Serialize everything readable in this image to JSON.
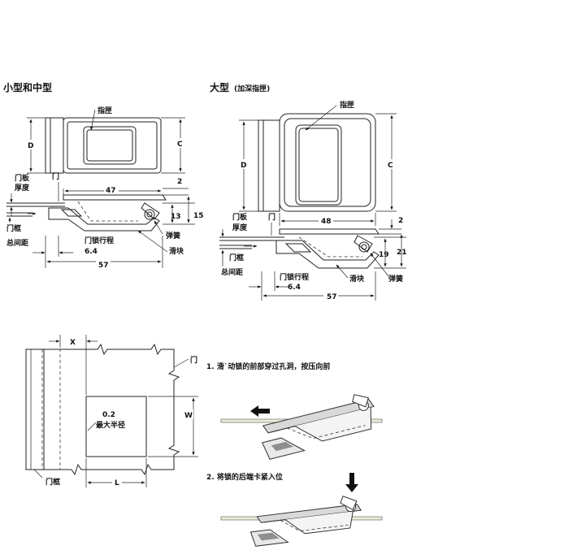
{
  "titles": {
    "small_medium": "小型和中型",
    "large": "大型",
    "large_note": "(加深指匣)"
  },
  "small_diagram": {
    "finger_cup": "指匣",
    "dim_d": "D",
    "dim_c": "C",
    "door_panel_1": "门板",
    "door_panel_2": "厚度",
    "door": "门",
    "dim_47": "47",
    "dim_2": "2",
    "dim_13": "13",
    "dim_15": "15",
    "door_frame": "门框",
    "total_gap": "总间距",
    "spring": "弹簧",
    "lock_travel": "门锁行程",
    "dim_6_4": "6.4",
    "slider": "滑块",
    "dim_57": "57"
  },
  "large_diagram": {
    "finger_cup": "指匣",
    "dim_d": "D",
    "dim_c": "C",
    "door_panel_1": "门板",
    "door_panel_2": "厚度",
    "door": "门",
    "dim_48": "48",
    "dim_2": "2",
    "dim_19": "19",
    "dim_21": "21",
    "door_frame": "门框",
    "total_gap": "总间距",
    "lock_travel": "门锁行程",
    "dim_6_4": "6.4",
    "slider": "滑块",
    "spring": "弹簧",
    "dim_57": "57"
  },
  "cutout": {
    "dim_x": "X",
    "door": "门",
    "radius_value": "0.2",
    "radius_label": "最大半径",
    "dim_w": "W",
    "dim_l": "L",
    "door_frame": "门框"
  },
  "steps": {
    "step1": "1. 滑`动锁的前部穿过孔洞，按压向前",
    "step2": "2. 将锁的后端卡紧入位"
  }
}
